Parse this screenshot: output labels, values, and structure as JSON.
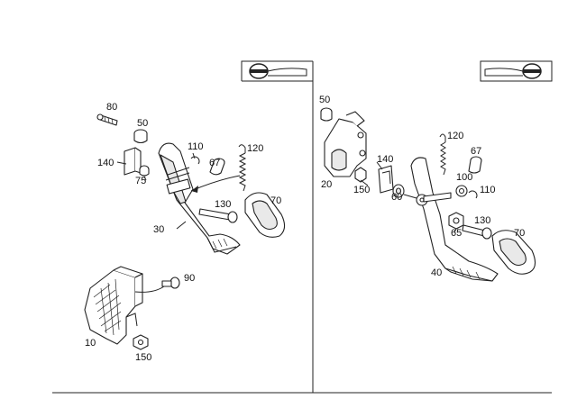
{
  "diagram": {
    "left_panel": {
      "callouts": [
        "80",
        "50",
        "110",
        "120",
        "140",
        "75",
        "67",
        "130",
        "70",
        "30",
        "90",
        "10",
        "150"
      ]
    },
    "right_panel": {
      "callouts": [
        "50",
        "120",
        "67",
        "140",
        "100",
        "110",
        "20",
        "150",
        "60",
        "130",
        "65",
        "70",
        "40"
      ]
    },
    "vehicle_icon_left": "car-silhouette-icon",
    "vehicle_icon_right": "car-silhouette-icon"
  }
}
